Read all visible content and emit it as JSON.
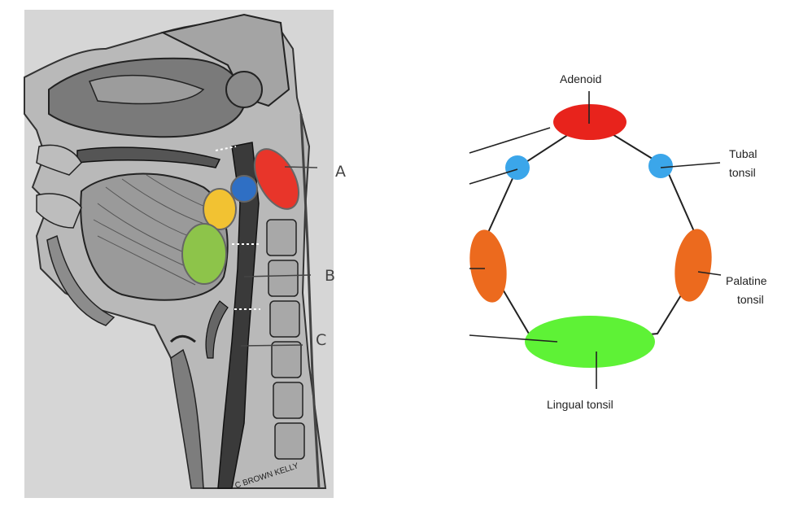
{
  "left_figure": {
    "labels": {
      "a": "A",
      "b": "B",
      "c": "C"
    },
    "signature": "C BROWN KELLY",
    "highlight_colors": {
      "adenoid": "#e8352a",
      "tubal": "#2f6fc4",
      "palatine": "#f2c232",
      "lingual": "#8dc44a"
    }
  },
  "right_figure": {
    "labels": {
      "adenoid": "Adenoid",
      "tubal_line1": "Tubal",
      "tubal_line2": "tonsil",
      "palatine_line1": "Palatine",
      "palatine_line2": "tonsil",
      "lingual": "Lingual tonsil"
    },
    "colors": {
      "adenoid": "#e8231c",
      "tubal": "#3ba6ea",
      "palatine": "#ec6a1e",
      "lingual": "#5ef236"
    }
  }
}
